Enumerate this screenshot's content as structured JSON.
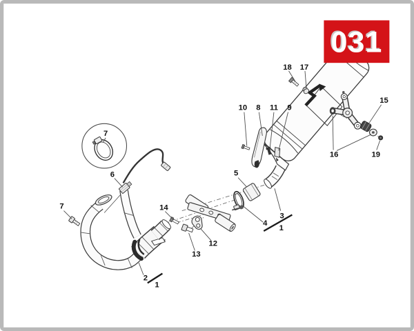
{
  "badge": {
    "code": "031"
  },
  "callouts": {
    "c1_mid": "1",
    "c1_bottom": "1",
    "c2": "2",
    "c3": "3",
    "c4": "4",
    "c5": "5",
    "c6": "6",
    "c7_detail": "7",
    "c7_left": "7",
    "c8": "8",
    "c9": "9",
    "c10": "10",
    "c11": "11",
    "c12": "12",
    "c13": "13",
    "c14": "14",
    "c15": "15",
    "c16": "16",
    "c17": "17",
    "c18": "18",
    "c19": "19"
  },
  "colors": {
    "badge_red": "#d41318",
    "badge_text": "#ffffff",
    "frame_gray": "#b9b9b9",
    "line_dark": "#3a3a3a",
    "label_text": "#111111"
  }
}
